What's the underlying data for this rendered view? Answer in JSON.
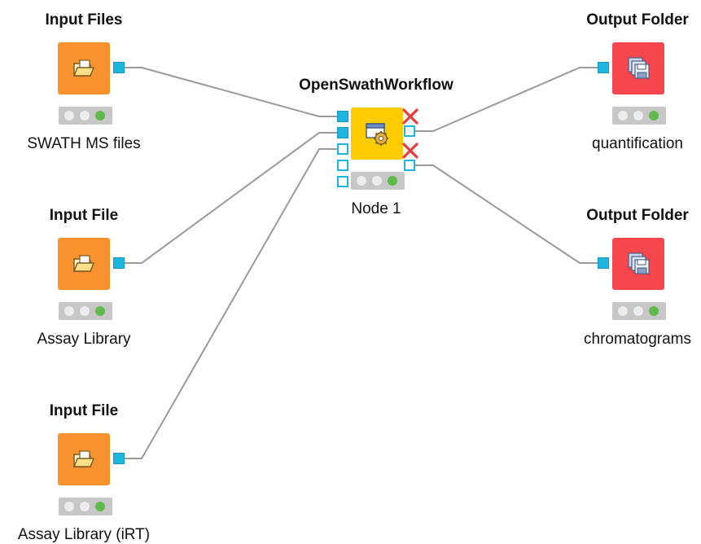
{
  "nodes": {
    "input_files": {
      "title": "Input Files",
      "label": "SWATH MS files",
      "icon": "file-reader-icon",
      "color": "#f7922e"
    },
    "input_file_library": {
      "title": "Input File",
      "label": "Assay Library",
      "icon": "file-reader-icon",
      "color": "#f7922e"
    },
    "input_file_irt": {
      "title": "Input File",
      "label": "Assay Library (iRT)",
      "icon": "file-reader-icon",
      "color": "#f7922e"
    },
    "workflow": {
      "title": "OpenSwathWorkflow",
      "label": "Node 1",
      "icon": "window-gear-icon",
      "color": "#fecc00"
    },
    "output_quant": {
      "title": "Output Folder",
      "label": "quantification",
      "icon": "floppy-stack-icon",
      "color": "#f5474d"
    },
    "output_chrom": {
      "title": "Output Folder",
      "label": "chromatograms",
      "icon": "floppy-stack-icon",
      "color": "#f5474d"
    }
  },
  "status_colors": {
    "inactive": "#ececec",
    "ok": "#5fba49",
    "bar": "#c7c7c7"
  },
  "port_color": "#1eb6e0",
  "wire_color": "#9a9a9a"
}
